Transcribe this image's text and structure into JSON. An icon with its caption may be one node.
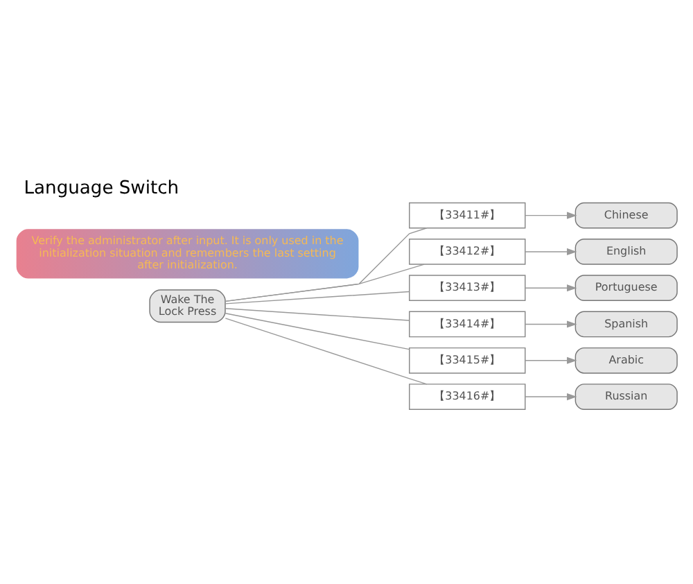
{
  "diagram": {
    "title": "Language Switch",
    "nodes": [
      {
        "text": [
          "Wake The Lock Press"
        ]
      },
      {
        "text": [
          "【33411#】"
        ]
      },
      {
        "text": [
          "【33412#】"
        ]
      },
      {
        "text": [
          "【33413#】"
        ]
      },
      {
        "text": [
          "【33414#】"
        ]
      },
      {
        "text": [
          "【33415#】"
        ]
      },
      {
        "text": [
          "【33416#】"
        ]
      },
      {
        "text": [
          "Chinese"
        ]
      },
      {
        "text": [
          "English"
        ]
      },
      {
        "text": [
          "Portuguese"
        ]
      },
      {
        "text": [
          "Spanish"
        ]
      },
      {
        "text": [
          "Arabic"
        ]
      },
      {
        "text": [
          "Russian"
        ]
      },
      {
        "text": [
          "Verify the administrator after input. It is only used in the initialization situation and remembers the last setting after initialization."
        ]
      }
    ],
    "edges": [
      {
        "from": 0,
        "to": 1,
        "arrow": "none"
      },
      {
        "from": 0,
        "to": 2,
        "arrow": "none"
      },
      {
        "from": 0,
        "to": 3,
        "arrow": "none"
      },
      {
        "from": 0,
        "to": 4,
        "arrow": "none"
      },
      {
        "from": 0,
        "to": 5,
        "arrow": "none"
      },
      {
        "from": 0,
        "to": 6,
        "arrow": "none"
      },
      {
        "from": 1,
        "to": 7,
        "arrow": "to"
      },
      {
        "from": 2,
        "to": 8,
        "arrow": "to"
      },
      {
        "from": 3,
        "to": 9,
        "arrow": "to"
      },
      {
        "from": 4,
        "to": 10,
        "arrow": "to"
      },
      {
        "from": 5,
        "to": 11,
        "arrow": "to"
      },
      {
        "from": 6,
        "to": 12,
        "arrow": "to"
      }
    ]
  }
}
